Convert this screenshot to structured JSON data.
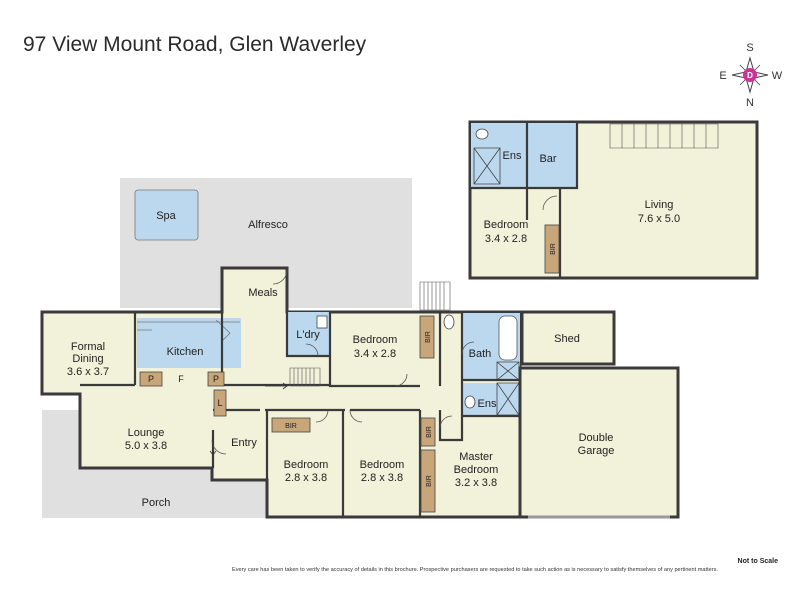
{
  "header": {
    "title": "97 View Mount Road, Glen Waverley"
  },
  "compass": {
    "s": "S",
    "w": "W",
    "e": "E",
    "n": "N",
    "center": "D"
  },
  "rooms": {
    "spa": "Spa",
    "alfresco": "Alfresco",
    "meals": "Meals",
    "formal_dining_line1": "Formal",
    "formal_dining_line2": "Dining",
    "formal_dining_size": "3.6 x 3.7",
    "kitchen": "Kitchen",
    "laundry": "L'dry",
    "bedroom_a": "Bedroom",
    "bedroom_a_size": "3.4 x 2.8",
    "bath": "Bath",
    "shed": "Shed",
    "ens_lower": "Ens",
    "lounge": "Lounge",
    "lounge_size": "5.0 x 3.8",
    "entry": "Entry",
    "bedroom_b": "Bedroom",
    "bedroom_b_size": "2.8 x 3.8",
    "bedroom_c": "Bedroom",
    "bedroom_c_size": "2.8 x 3.8",
    "master_line1": "Master",
    "master_line2": "Bedroom",
    "master_size": "3.2 x 3.8",
    "garage_line1": "Double",
    "garage_line2": "Garage",
    "porch": "Porch",
    "ens_upper": "Ens",
    "bar": "Bar",
    "bedroom_upper": "Bedroom",
    "bedroom_upper_size": "3.4 x 2.8",
    "living": "Living",
    "living_size": "7.6 x 5.0"
  },
  "fixtures": {
    "pantry": "P",
    "fridge": "F",
    "linen": "L",
    "bir": "BIR"
  },
  "footer": {
    "scale_note": "Not to Scale",
    "disclaimer": "Every care has been taken to verify the accuracy of details in this brochure. Prospective purchasers are requested to take such action as is necessary to satisfy themselves of any pertinent matters."
  },
  "colors": {
    "room": "#f2f1d9",
    "wet": "#bcd8ef",
    "outdoor": "#e0e0e0",
    "bir": "#c9a57a",
    "wall": "#3a3a3a",
    "compass": "#cc3399"
  }
}
